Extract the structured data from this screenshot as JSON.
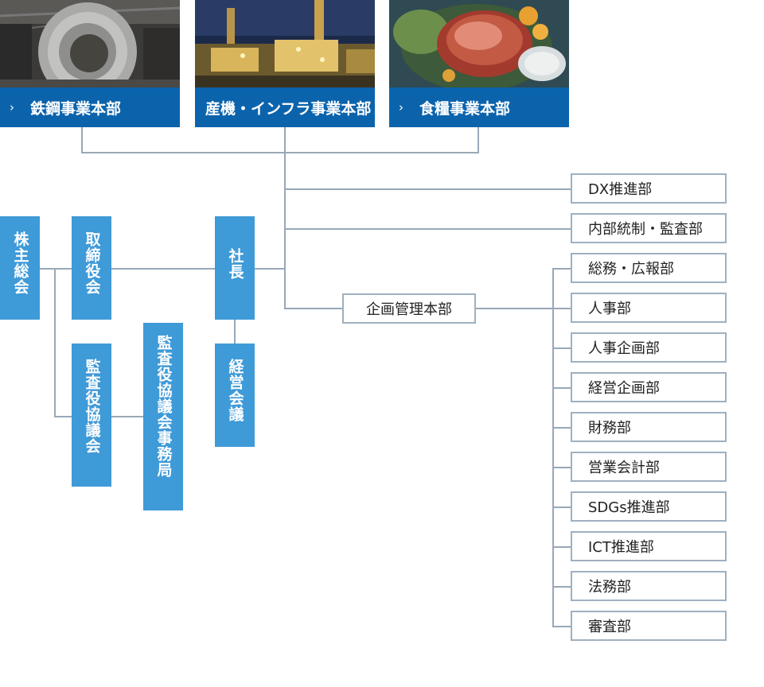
{
  "divisions": [
    {
      "label": "鉄鋼事業本部",
      "chevron": "›",
      "image": "steel-coil-photo"
    },
    {
      "label": "産機・インフラ事業本部",
      "image": "industrial-plant-photo"
    },
    {
      "label": "食糧事業本部",
      "chevron": "›",
      "image": "food-platter-photo"
    }
  ],
  "governance": {
    "shareholders": "株主総会",
    "board": "取締役会",
    "audit_board": "監査役協議会",
    "audit_secretariat": "監査役協議会事務局",
    "president": "社長",
    "management_council": "経営会議"
  },
  "direct_departments": [
    "DX推進部",
    "内部統制・監査部"
  ],
  "planning_division": {
    "label": "企画管理本部",
    "departments": [
      "総務・広報部",
      "人事部",
      "人事企画部",
      "経営企画部",
      "財務部",
      "営業会計部",
      "SDGs推進部",
      "ICT推進部",
      "法務部",
      "審査部"
    ]
  },
  "colors": {
    "division_blue": "#0b63ac",
    "box_blue": "#3f9ad8",
    "line_gray": "#98a8b8",
    "border_gray": "#9fb0c0"
  }
}
